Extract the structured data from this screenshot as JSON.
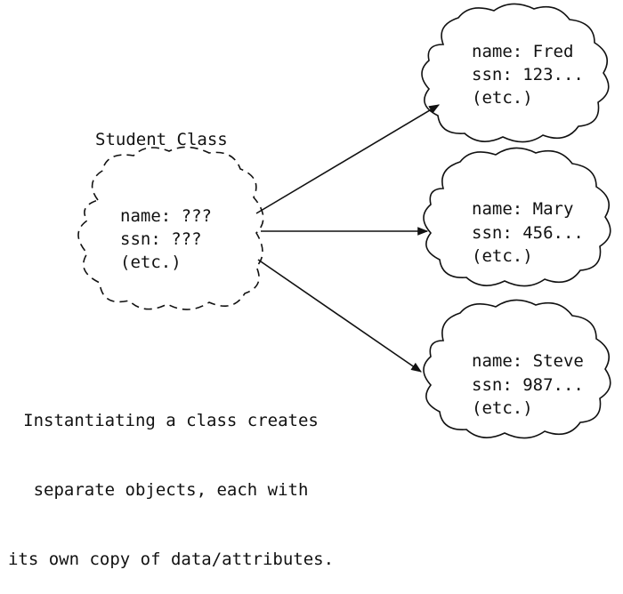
{
  "class_title": "Student Class",
  "class_cloud": {
    "lines": [
      "name: ???",
      "ssn: ???",
      "(etc.)"
    ]
  },
  "objects": [
    {
      "lines": [
        "name: Fred",
        "ssn: 123...",
        "(etc.)"
      ]
    },
    {
      "lines": [
        "name: Mary",
        "ssn: 456...",
        "(etc.)"
      ]
    },
    {
      "lines": [
        "name: Steve",
        "ssn: 987...",
        "(etc.)"
      ]
    }
  ],
  "caption": [
    "Instantiating a class creates",
    "separate objects, each with",
    "its own copy of data/attributes."
  ]
}
